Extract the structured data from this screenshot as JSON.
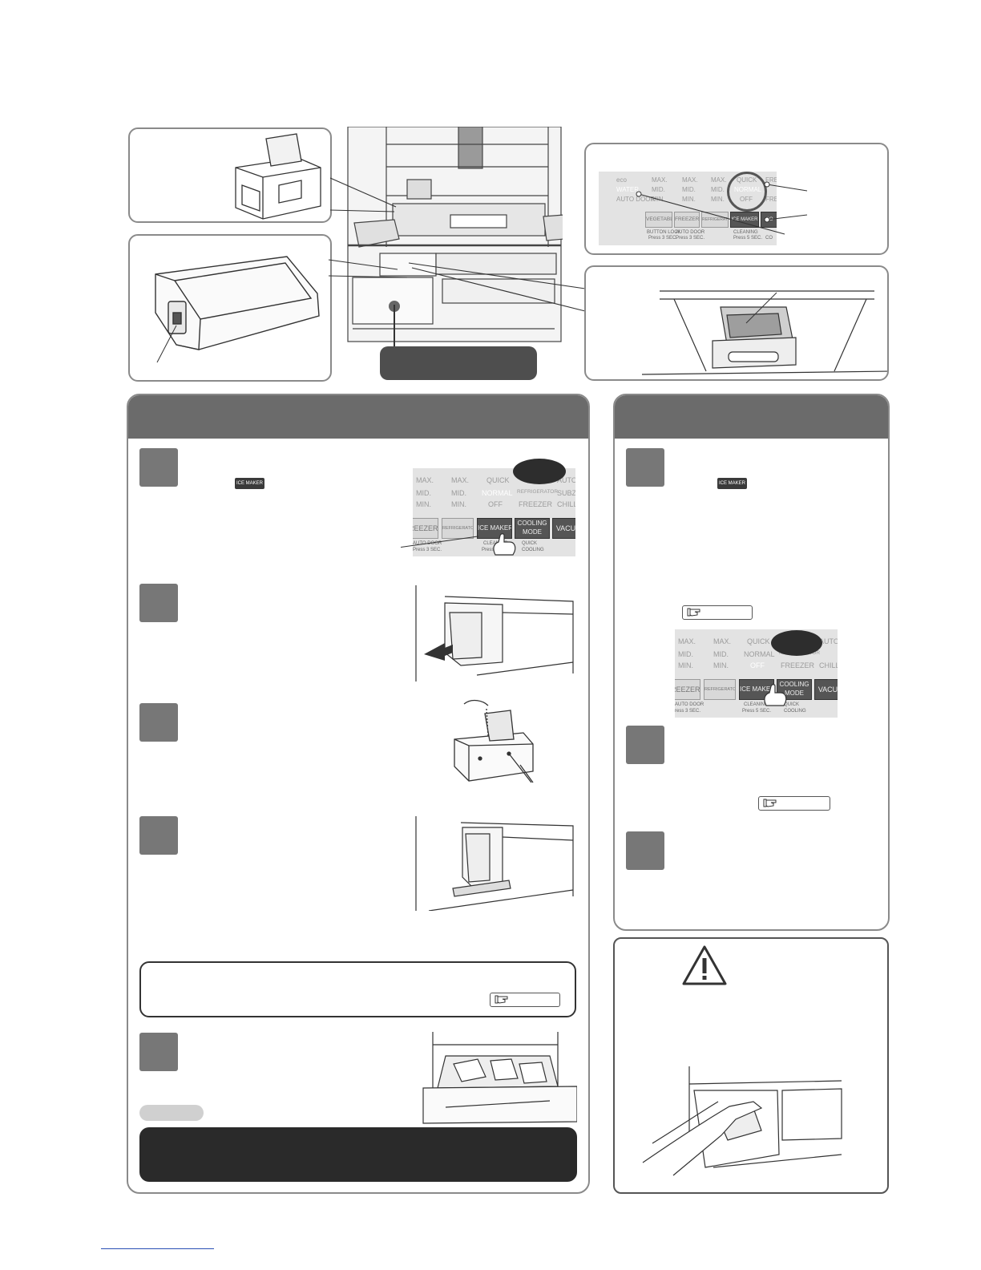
{
  "control_panel_top": {
    "row1": [
      "eco",
      "MAX.",
      "MAX.",
      "MAX.",
      "QUICK"
    ],
    "row2": [
      "WATER",
      "MID.",
      "MID.",
      "MID.",
      "NORMAL"
    ],
    "row3": [
      "AUTO DOOR",
      "MIN.",
      "MIN.",
      "MIN.",
      "OFF"
    ],
    "buttons": [
      "VEGETABLE",
      "FREEZER",
      "REFRIGERATOR",
      "ICE MAKER",
      "CO"
    ],
    "sub": [
      "BUTTON LOCK",
      "Press 3 SEC.",
      "AUTO DOOR",
      "Press 3 SEC.",
      "CLEANING",
      "Press 5 SEC.",
      "CO"
    ],
    "edge": [
      "FRE",
      "FRE"
    ]
  },
  "step1_panel": {
    "row1": [
      "MAX.",
      "MAX.",
      "QUICK",
      "AUTO"
    ],
    "row2": [
      "MID.",
      "MID.",
      "NORMAL",
      "REFRIGERATOR",
      "SUBZE"
    ],
    "row3": [
      "MIN.",
      "MIN.",
      "OFF",
      "FREEZER",
      "CHILL"
    ],
    "buttons": [
      "REEZER",
      "REFRIGERATOR",
      "ICE MAKER",
      "COOLING MODE",
      "VACU"
    ],
    "sub": [
      "AUTO DOOR",
      "Press 3 SEC.",
      "CLEANING",
      "Press 5 SEC.",
      "QUICK",
      "COOLING"
    ]
  },
  "stop_panel": {
    "row1": [
      "MAX.",
      "MAX.",
      "QUICK",
      "AUTO"
    ],
    "row2": [
      "MID.",
      "MID.",
      "NORMAL",
      "REFRIGERATOR"
    ],
    "row3": [
      "MIN.",
      "MIN.",
      "OFF",
      "FREEZER",
      "CHILL"
    ],
    "buttons": [
      "REEZER",
      "REFRIGERATOR",
      "ICE MAKER",
      "COOLING MODE",
      "VACU"
    ],
    "sub": [
      "AUTO DOOR",
      "ress 3 SEC.",
      "CLEANING",
      "Press 5 SEC.",
      "QUICK",
      "COOLING"
    ]
  },
  "ice_maker_icon": "ICE MAKER",
  "icons": {
    "warning": "warning-triangle-icon",
    "reference": "pointing-hand-icon"
  },
  "colors": {
    "header": "#6b6b6b",
    "step": "#777777",
    "panel_bg": "#e3e3e3",
    "dark_btn": "#555555"
  }
}
